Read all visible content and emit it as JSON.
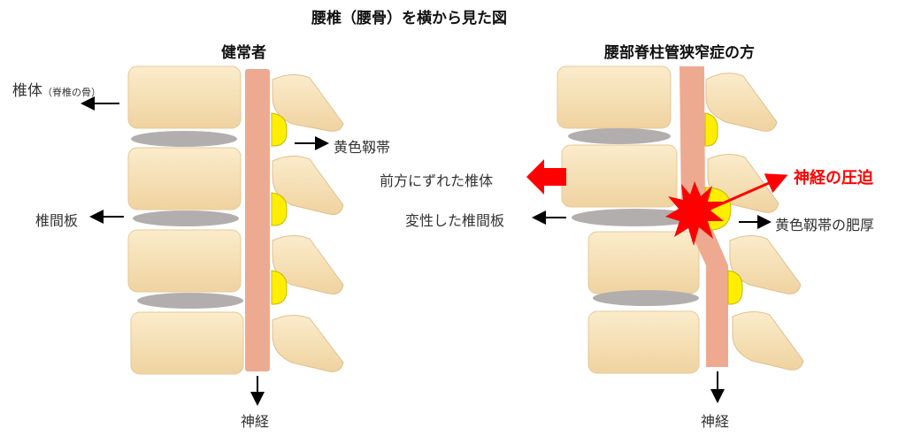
{
  "title": "腰椎（腰骨）を横から見た図",
  "left": {
    "heading": "健常者",
    "vertebral_body": "椎体",
    "vertebral_body_note": "（脊椎の骨）",
    "disc": "椎間板",
    "ligament": "黄色靱帯",
    "nerve": "神経"
  },
  "right": {
    "heading": "腰部脊柱管狭窄症の方",
    "slipped": "前方にずれた椎体",
    "degenerated_disc": "変性した椎間板",
    "compression": "神経の圧迫",
    "ligament_thick": "黄色靱帯の肥厚",
    "nerve": "神経"
  },
  "colors": {
    "bone": "#f5deb0",
    "disc": "#b3aeae",
    "cord": "#eeaa90",
    "ligament": "#ffee00",
    "alert": "#ff0000"
  }
}
